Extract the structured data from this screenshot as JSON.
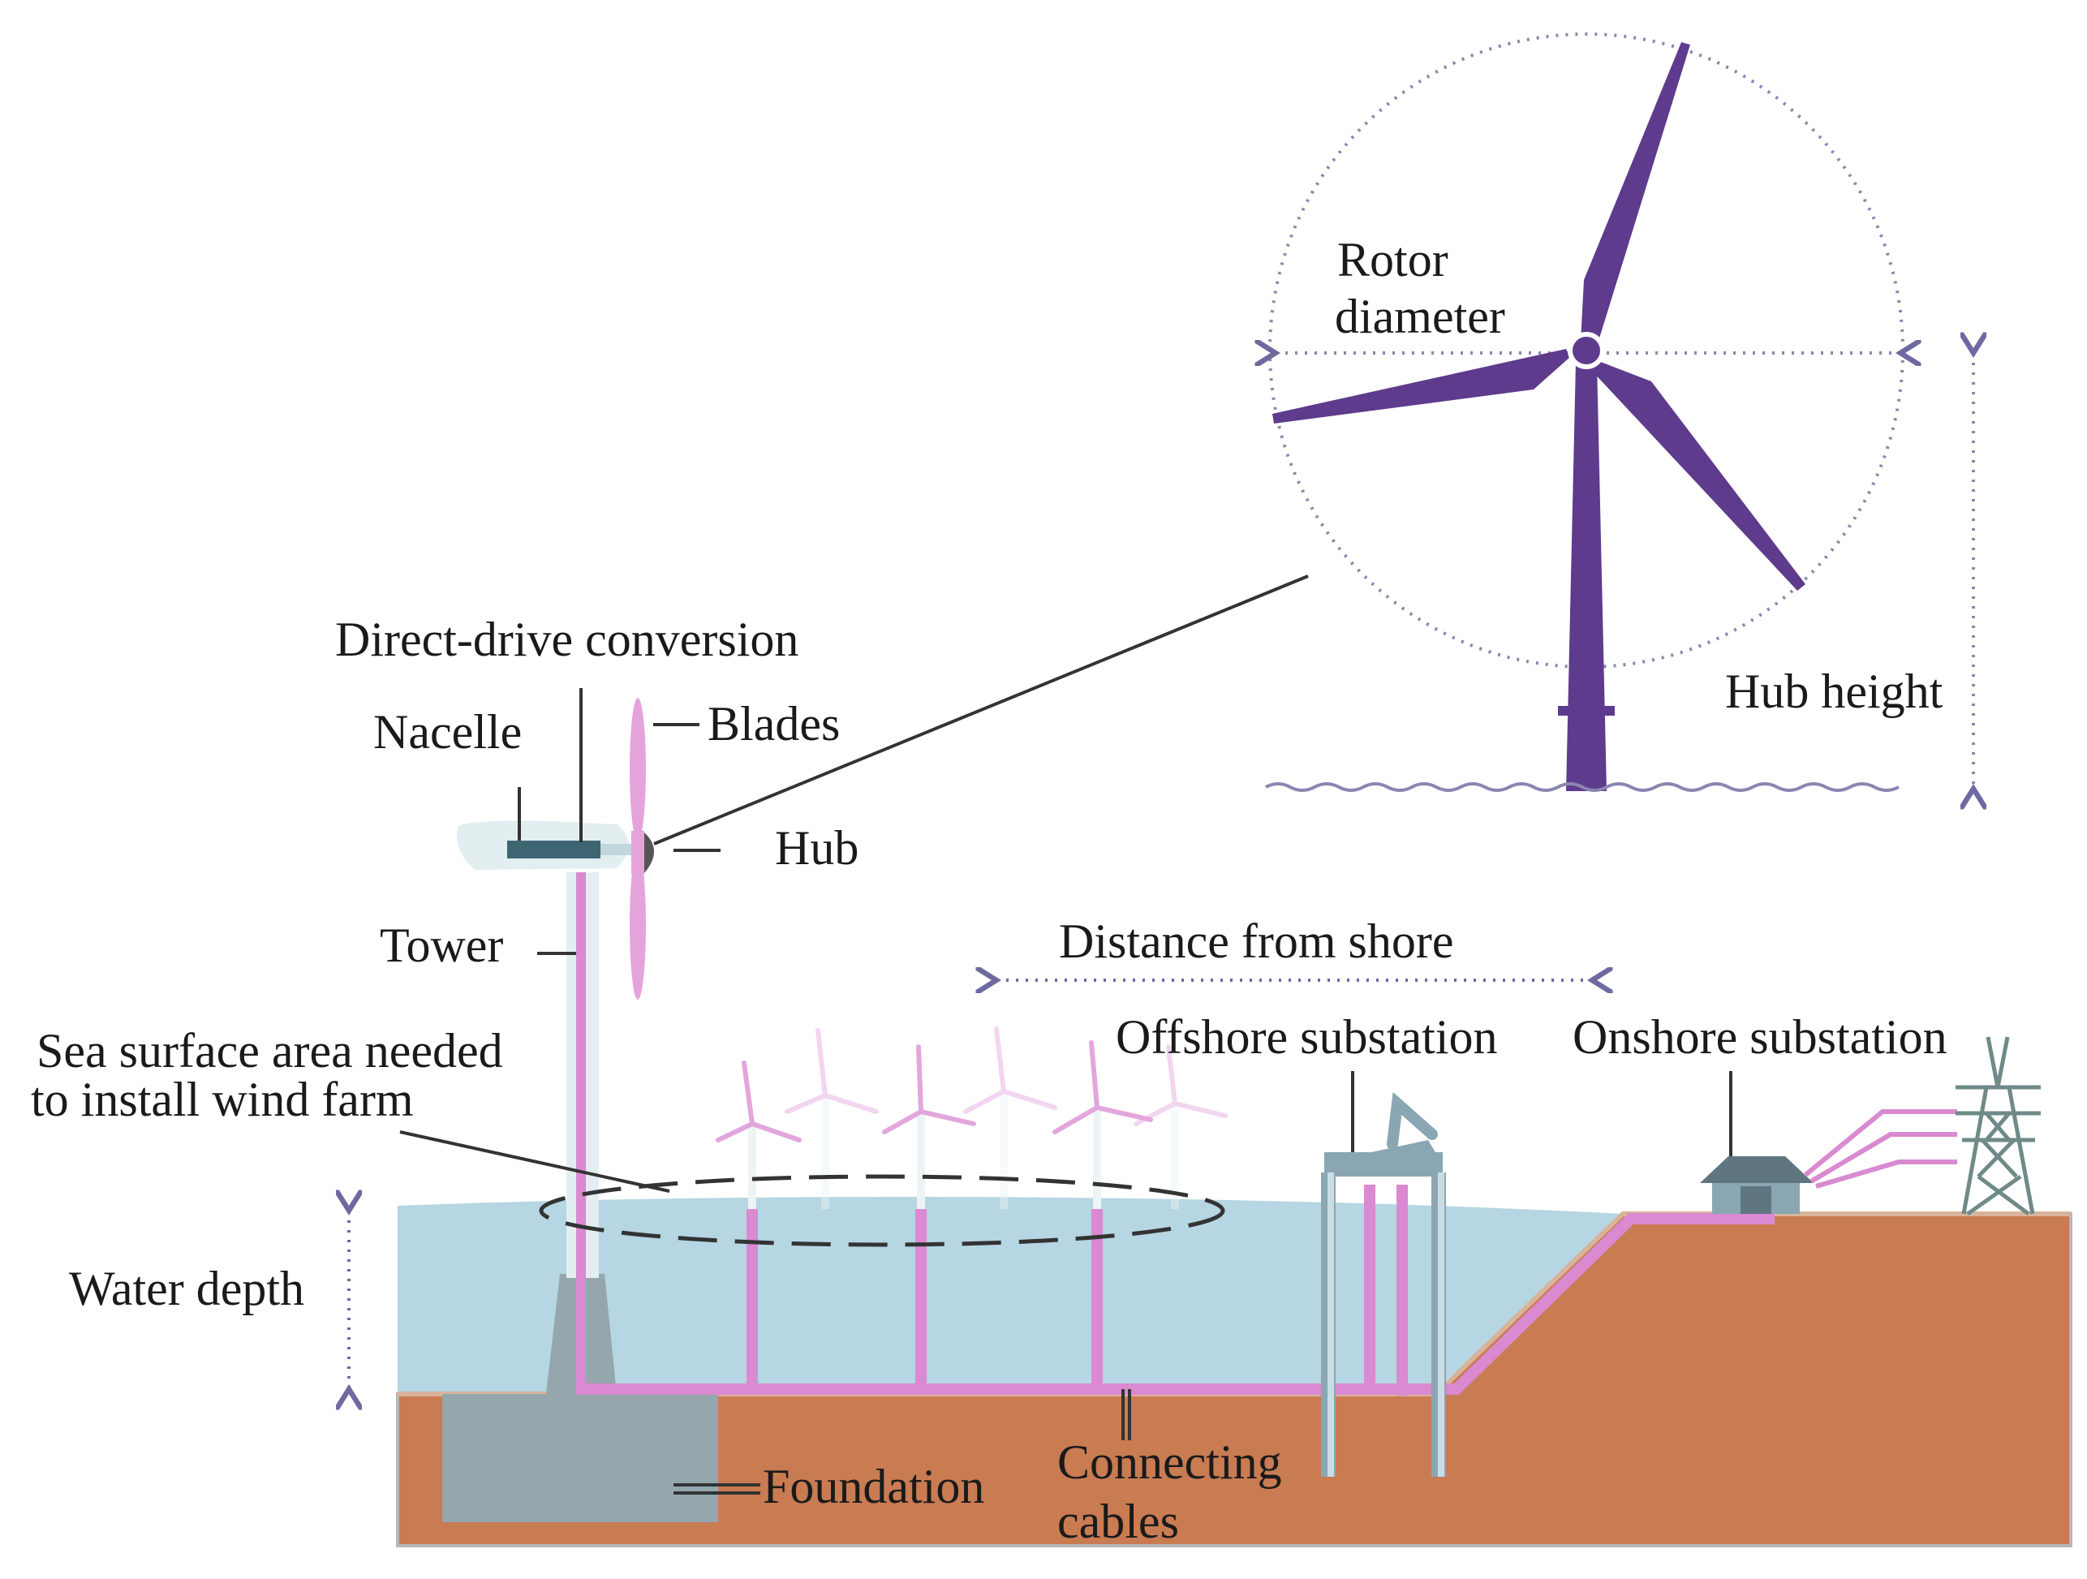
{
  "labels": {
    "rotor_diameter": [
      "Rotor",
      "diameter"
    ],
    "hub_height": "Hub height",
    "direct_drive": "Direct-drive conversion",
    "nacelle": "Nacelle",
    "blades": "Blades",
    "hub": "Hub",
    "tower": "Tower",
    "distance_from_shore": "Distance from shore",
    "sea_surface_area": [
      "Sea surface area needed",
      "to install wind farm"
    ],
    "offshore_substation": "Offshore substation",
    "onshore_substation": "Onshore substation",
    "water_depth": "Water depth",
    "connecting_cables": [
      "Connecting",
      "cables"
    ],
    "foundation": "Foundation"
  },
  "colors": {
    "turbine_purple": "#5e3b8c",
    "cable_pink": "#d98ad0",
    "sea_blue": "#b5d6e2",
    "seabed_orange": "#c97b52",
    "foundation_gray": "#95a6ad",
    "substation_gray": "#8aa6b3",
    "dotted_guide": "#8a86b0"
  }
}
